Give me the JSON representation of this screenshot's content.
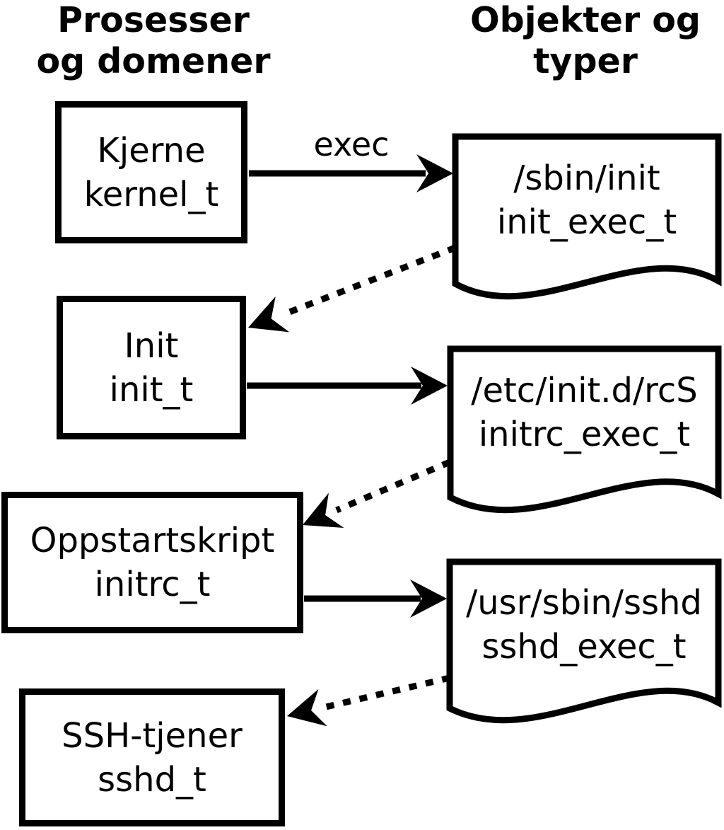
{
  "diagram": {
    "headers": {
      "left": {
        "line1": "Prosesser",
        "line2": "og domener"
      },
      "right": {
        "line1": "Objekter og",
        "line2": "typer"
      }
    },
    "processes": [
      {
        "name": "Kjerne",
        "type": "kernel_t"
      },
      {
        "name": "Init",
        "type": "init_t"
      },
      {
        "name": "Oppstartskript",
        "type": "initrc_t"
      },
      {
        "name": "SSH-tjener",
        "type": "sshd_t"
      }
    ],
    "objects": [
      {
        "path": "/sbin/init",
        "type": "init_exec_t"
      },
      {
        "path": "/etc/init.d/rcS",
        "type": "initrc_exec_t"
      },
      {
        "path": "/usr/sbin/sshd",
        "type": "sshd_exec_t"
      }
    ],
    "edges": [
      {
        "from": "kernel_t",
        "to": "init_exec_t",
        "style": "solid",
        "label": "exec"
      },
      {
        "from": "init_exec_t",
        "to": "init_t",
        "style": "dotted",
        "label": ""
      },
      {
        "from": "init_t",
        "to": "initrc_exec_t",
        "style": "solid",
        "label": ""
      },
      {
        "from": "initrc_exec_t",
        "to": "initrc_t",
        "style": "dotted",
        "label": ""
      },
      {
        "from": "initrc_t",
        "to": "sshd_exec_t",
        "style": "solid",
        "label": ""
      },
      {
        "from": "sshd_exec_t",
        "to": "sshd_t",
        "style": "dotted",
        "label": ""
      }
    ],
    "colors": {
      "ink": "#000000",
      "background": "#ffffff"
    }
  }
}
